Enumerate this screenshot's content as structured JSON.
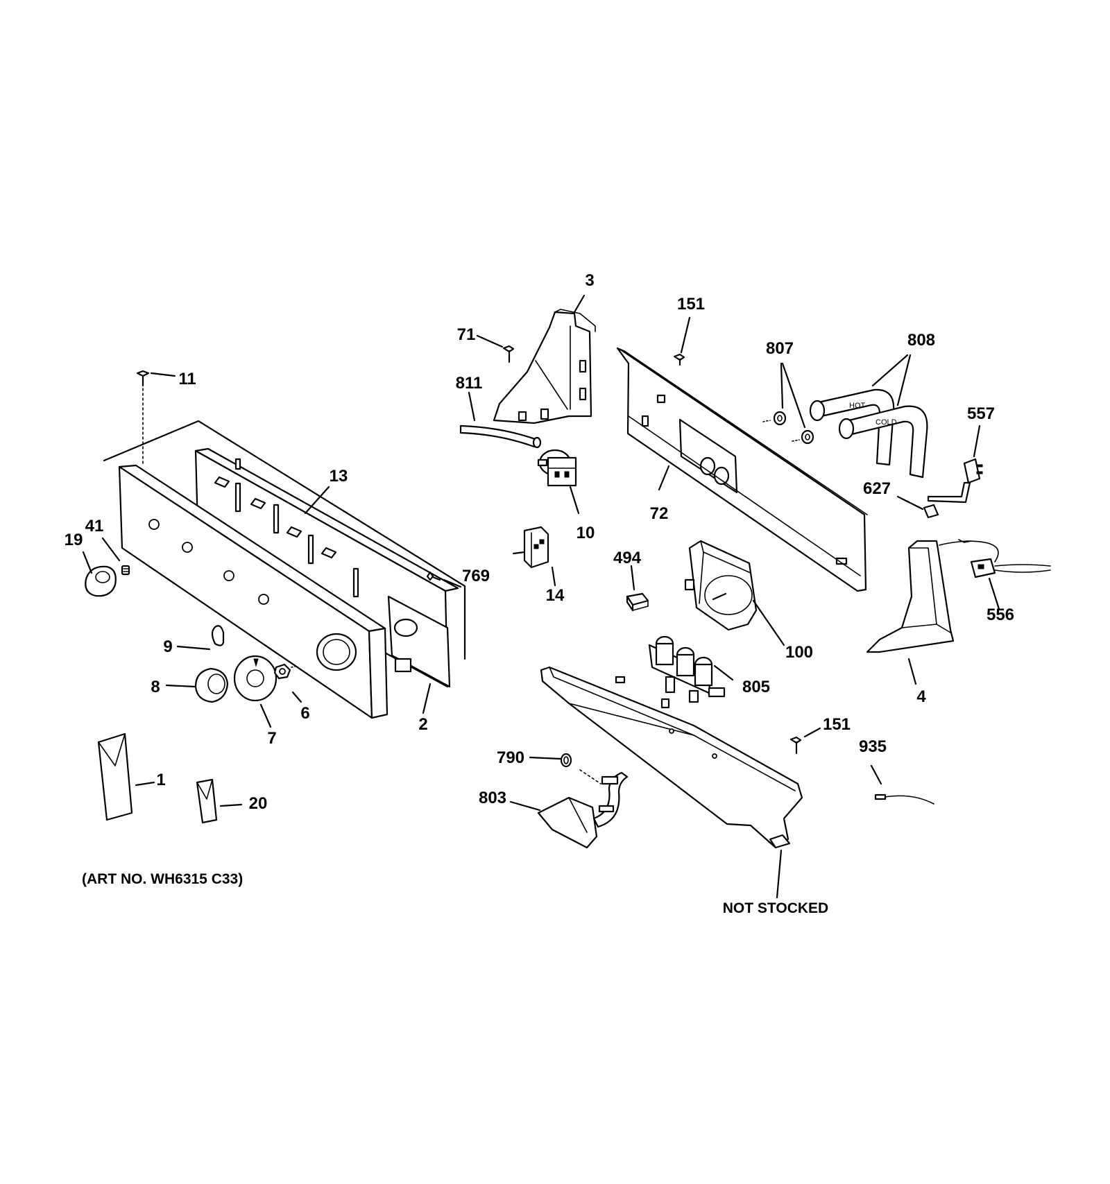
{
  "parts": [
    {
      "id": "p3",
      "label": "3"
    },
    {
      "id": "p71",
      "label": "71"
    },
    {
      "id": "p151a",
      "label": "151"
    },
    {
      "id": "p807",
      "label": "807"
    },
    {
      "id": "p808",
      "label": "808"
    },
    {
      "id": "p811",
      "label": "811"
    },
    {
      "id": "p11",
      "label": "11"
    },
    {
      "id": "p557",
      "label": "557"
    },
    {
      "id": "p13",
      "label": "13"
    },
    {
      "id": "p627",
      "label": "627"
    },
    {
      "id": "p41",
      "label": "41"
    },
    {
      "id": "p19",
      "label": "19"
    },
    {
      "id": "p10",
      "label": "10"
    },
    {
      "id": "p72",
      "label": "72"
    },
    {
      "id": "p494",
      "label": "494"
    },
    {
      "id": "p769",
      "label": "769"
    },
    {
      "id": "p14",
      "label": "14"
    },
    {
      "id": "p556",
      "label": "556"
    },
    {
      "id": "p9",
      "label": "9"
    },
    {
      "id": "p100",
      "label": "100"
    },
    {
      "id": "p8",
      "label": "8"
    },
    {
      "id": "p805",
      "label": "805"
    },
    {
      "id": "p6",
      "label": "6"
    },
    {
      "id": "p4",
      "label": "4"
    },
    {
      "id": "p2",
      "label": "2"
    },
    {
      "id": "p7",
      "label": "7"
    },
    {
      "id": "p151b",
      "label": "151"
    },
    {
      "id": "p790",
      "label": "790"
    },
    {
      "id": "p935",
      "label": "935"
    },
    {
      "id": "p1",
      "label": "1"
    },
    {
      "id": "p20",
      "label": "20"
    },
    {
      "id": "p803",
      "label": "803"
    }
  ],
  "hose_markings": {
    "hot": "HOT",
    "cold": "COLD"
  },
  "art_number": "(ART NO. WH6315 C33)",
  "not_stocked": "NOT STOCKED"
}
